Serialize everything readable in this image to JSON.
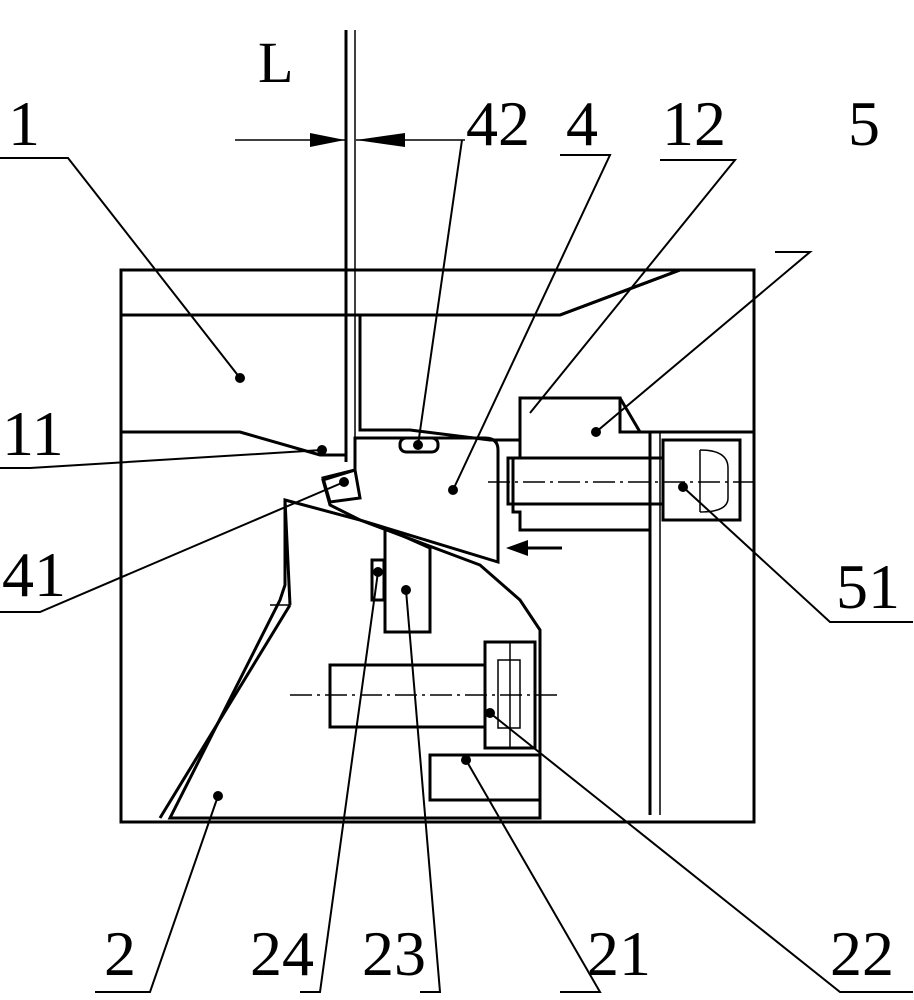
{
  "figure": {
    "dimension_label": "L",
    "labels": {
      "part_1": "1",
      "part_11": "11",
      "part_41": "41",
      "part_42": "42",
      "part_4": "4",
      "part_12": "12",
      "part_5": "5",
      "part_51": "51",
      "part_2": "2",
      "part_24": "24",
      "part_23": "23",
      "part_21": "21",
      "part_22": "22"
    }
  },
  "colors": {
    "line": "#000000",
    "background": "#ffffff"
  }
}
